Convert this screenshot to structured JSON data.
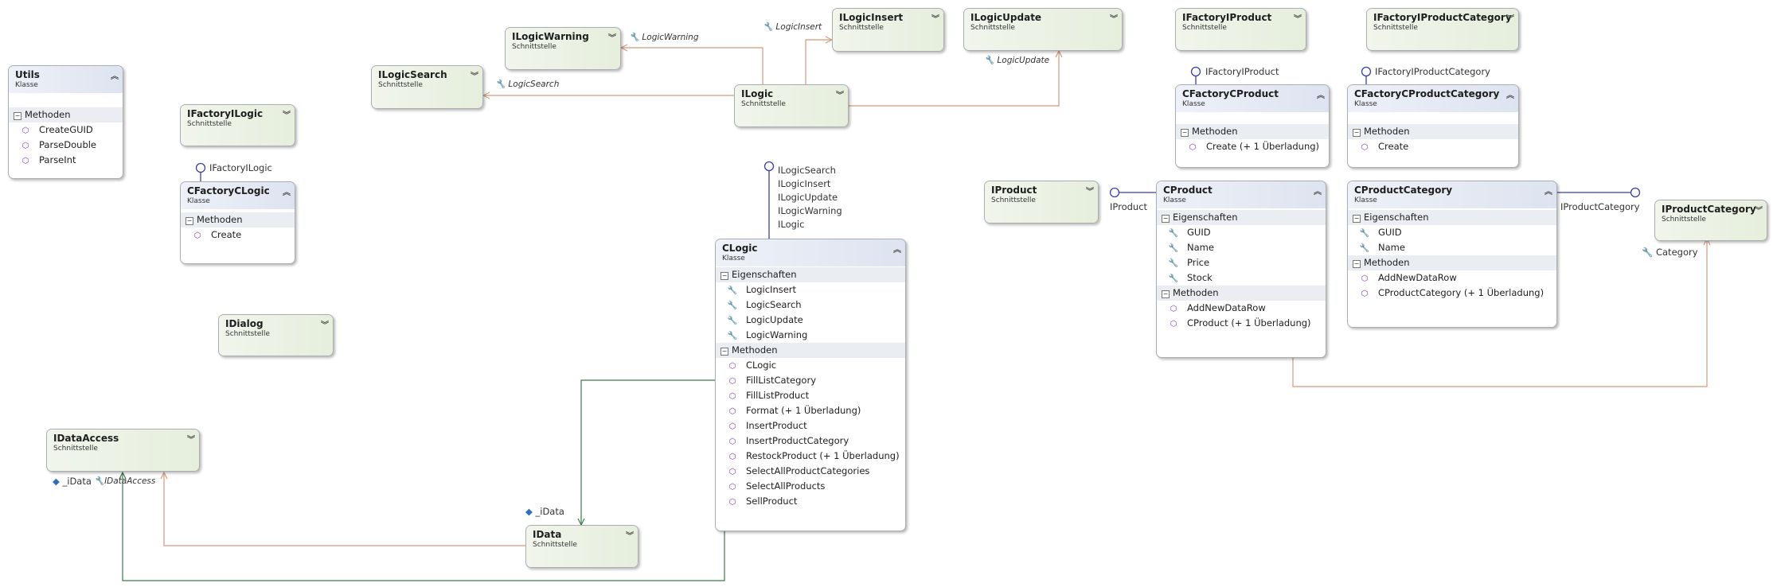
{
  "boxes": {
    "utils": {
      "title": "Utils",
      "stereotype": "Klasse",
      "methods_header": "Methoden",
      "methods": [
        "CreateGUID",
        "ParseDouble",
        "ParseInt"
      ]
    },
    "ifactoryilogic": {
      "title": "IFactoryILogic",
      "stereotype": "Schnittstelle"
    },
    "cfactoryclogic": {
      "title": "CFactoryCLogic",
      "stereotype": "Klasse",
      "methods_header": "Methoden",
      "methods": [
        "Create"
      ]
    },
    "idialog": {
      "title": "IDialog",
      "stereotype": "Schnittstelle"
    },
    "idataaccess": {
      "title": "IDataAccess",
      "stereotype": "Schnittstelle"
    },
    "ilogicsearch": {
      "title": "ILogicSearch",
      "stereotype": "Schnittstelle"
    },
    "ilogicwarning": {
      "title": "ILogicWarning",
      "stereotype": "Schnittstelle"
    },
    "ilogicinsert": {
      "title": "ILogicInsert",
      "stereotype": "Schnittstelle"
    },
    "ilogicupdate": {
      "title": "ILogicUpdate",
      "stereotype": "Schnittstelle"
    },
    "ilogic": {
      "title": "ILogic",
      "stereotype": "Schnittstelle"
    },
    "clogic": {
      "title": "CLogic",
      "stereotype": "Klasse",
      "props_header": "Eigenschaften",
      "props": [
        "LogicInsert",
        "LogicSearch",
        "LogicUpdate",
        "LogicWarning"
      ],
      "methods_header": "Methoden",
      "methods": [
        "CLogic",
        "FillListCategory",
        "FillListProduct",
        "Format (+ 1 Überladung)",
        "InsertProduct",
        "InsertProductCategory",
        "RestockProduct (+ 1 Überladung)",
        "SelectAllProductCategories",
        "SelectAllProducts",
        "SellProduct"
      ]
    },
    "idata": {
      "title": "IData",
      "stereotype": "Schnittstelle"
    },
    "ifactoryiproduct": {
      "title": "IFactoryIProduct",
      "stereotype": "Schnittstelle"
    },
    "ifactoryiproductcategory": {
      "title": "IFactoryIProductCategory",
      "stereotype": "Schnittstelle"
    },
    "cfactorycproduct": {
      "title": "CFactoryCProduct",
      "stereotype": "Klasse",
      "methods_header": "Methoden",
      "methods": [
        "Create (+ 1 Überladung)"
      ]
    },
    "cfactorycproductcategory": {
      "title": "CFactoryCProductCategory",
      "stereotype": "Klasse",
      "methods_header": "Methoden",
      "methods": [
        "Create"
      ]
    },
    "iproduct": {
      "title": "IProduct",
      "stereotype": "Schnittstelle"
    },
    "cproduct": {
      "title": "CProduct",
      "stereotype": "Klasse",
      "props_header": "Eigenschaften",
      "props": [
        "GUID",
        "Name",
        "Price",
        "Stock"
      ],
      "methods_header": "Methoden",
      "methods": [
        "AddNewDataRow",
        "CProduct (+ 1 Überladung)"
      ]
    },
    "cproductcategory": {
      "title": "CProductCategory",
      "stereotype": "Klasse",
      "props_header": "Eigenschaften",
      "props": [
        "GUID",
        "Name"
      ],
      "methods_header": "Methoden",
      "methods": [
        "AddNewDataRow",
        "CProductCategory (+ 1 Überladung)"
      ]
    },
    "iproductcategory": {
      "title": "IProductCategory",
      "stereotype": "Schnittstelle"
    }
  },
  "labels": {
    "lollipop_ifactoryilogic": "IFactoryILogic",
    "lollipop_clogic": [
      "ILogicSearch",
      "ILogicInsert",
      "ILogicUpdate",
      "ILogicWarning",
      "ILogic"
    ],
    "lollipop_ifactoryiproduct": "IFactoryIProduct",
    "lollipop_ifactoryiproductcategory": "IFactoryIProductCategory",
    "lollipop_iproduct": "IProduct",
    "lollipop_iproductcategory": "IProductCategory",
    "assoc_logicinsert": "LogicInsert",
    "assoc_logicwarning": "LogicWarning",
    "assoc_logicsearch": "LogicSearch",
    "assoc_logicupdate": "LogicUpdate",
    "assoc_category": "Category",
    "assoc_idata_field": "_iData",
    "assoc_idataaccess_field": "_iData",
    "assoc_idataaccess_prop": "IDataAccess"
  },
  "colors": {
    "assoc_line": "#d49a7a",
    "lollipop_line": "#3b3fa8",
    "dependency_line": "#3d7a4d"
  }
}
